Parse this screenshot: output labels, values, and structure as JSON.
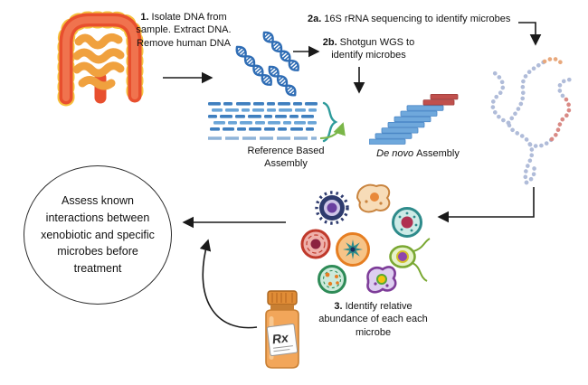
{
  "steps": {
    "step1": {
      "num": "1.",
      "text": "Isolate DNA from sample. Extract DNA. Remove human DNA"
    },
    "step2a": {
      "num": "2a.",
      "text": "16S rRNA sequencing to identify microbes"
    },
    "step2b": {
      "num": "2b.",
      "text": "Shotgun WGS to identify microbes"
    },
    "step3": {
      "num": "3.",
      "text": "Identify relative abundance of each each microbe"
    }
  },
  "labels": {
    "reference_assembly": "Reference Based Assembly",
    "denovo_italic": "De novo",
    "denovo_rest": "Assembly",
    "circle_text": "Assess known interactions between xenobiotic and specific microbes before treatment",
    "rx": "Rx"
  },
  "illustrations": {
    "intestine": "gut-intestine-icon",
    "dna": "dna-helix-icon",
    "reference_assembly": "aligned-reads-icon",
    "denovo_assembly": "contig-stack-icon",
    "rna": "rna-secondary-structure-icon",
    "microbes": "microbe-community-icon",
    "bottle": "rx-pill-bottle-icon"
  },
  "colors": {
    "arrow": "#1a1a1a",
    "dna_blue": "#2f6db5",
    "read_blue_dark": "#3f7fbf",
    "read_blue_light": "#6aa5d8",
    "contig_blue": "#6fa8dc",
    "contig_red": "#c0504d",
    "rna_blue": "#b0bcd9",
    "rna_red": "#d98a85",
    "intestine_red": "#e84f2e",
    "intestine_orange": "#f0a13e",
    "bottle_orange": "#f2a65a",
    "brace_teal": "#2e9b9b"
  }
}
